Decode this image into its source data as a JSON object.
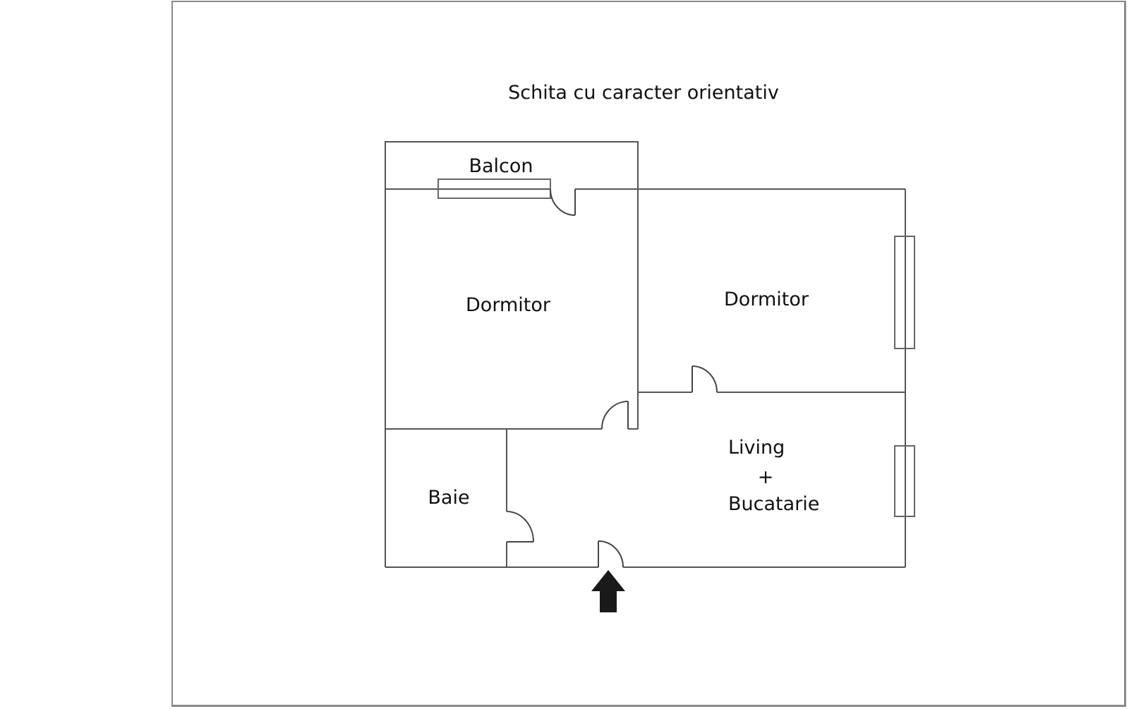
{
  "title": "Schita cu caracter orientativ",
  "rooms": {
    "balcon": "Balcon",
    "dormitor_left": "Dormitor",
    "dormitor_right": "Dormitor",
    "baie": "Baie",
    "living_line1": "Living",
    "living_plus": "+",
    "living_line2": "Bucatarie"
  },
  "icons": {
    "entrance": "entrance-arrow-icon"
  },
  "colors": {
    "walls": "#555555",
    "arrow": "#1a1a1a",
    "frame": "#8a8a8a"
  }
}
